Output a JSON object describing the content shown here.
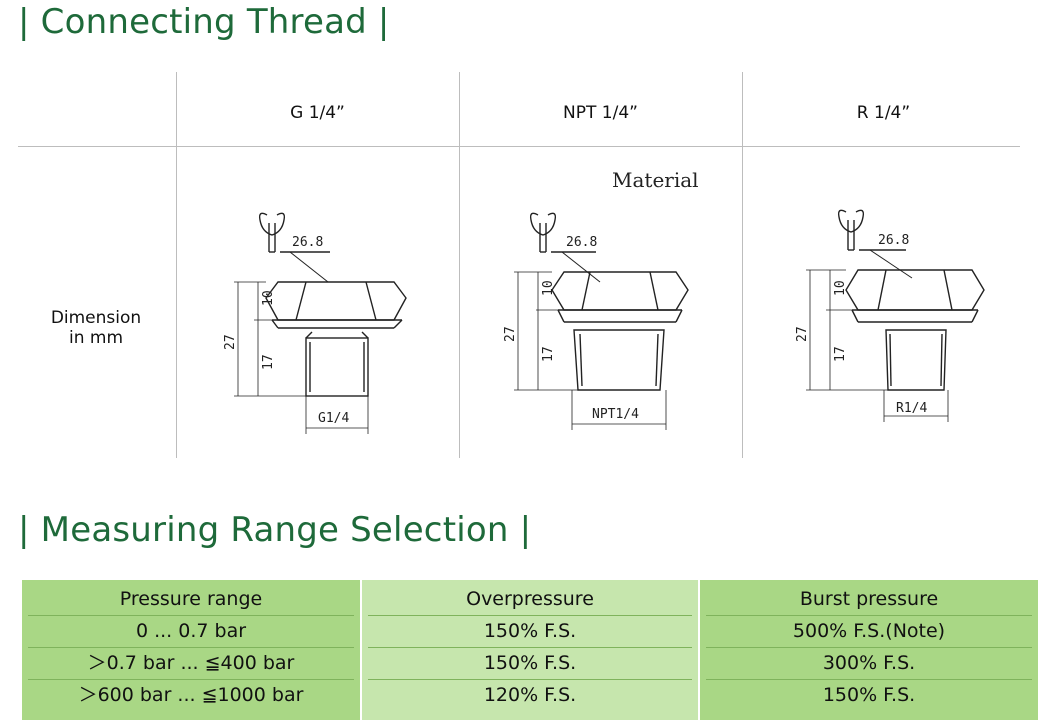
{
  "headings": {
    "thread": "| Connecting Thread |",
    "range": "| Measuring Range Selection |"
  },
  "thread_table": {
    "columns": [
      "G 1/4”",
      "NPT 1/4”",
      "R 1/4”"
    ],
    "row_label_line1": "Dimension",
    "row_label_line2": "in mm",
    "overlay_text": "Material",
    "drawings": [
      {
        "wrench": "26.8",
        "hex": "10",
        "thread": "17",
        "total": "27",
        "thread_label": "G1/4"
      },
      {
        "wrench": "26.8",
        "hex": "10",
        "thread": "17",
        "total": "27",
        "thread_label": "NPT1/4"
      },
      {
        "wrench": "26.8",
        "hex": "10",
        "thread": "17",
        "total": "27",
        "thread_label": "R1/4"
      }
    ]
  },
  "range_table": {
    "headers": [
      "Pressure range",
      "Overpressure",
      "Burst pressure"
    ],
    "rows": [
      [
        "0 ... 0.7 bar",
        "150% F.S.",
        "500% F.S.(Note)"
      ],
      [
        "＞0.7 bar ... ≦400 bar",
        "150% F.S.",
        "300% F.S."
      ],
      [
        "＞600 bar ... ≦1000 bar",
        "120% F.S.",
        "150% F.S."
      ]
    ]
  },
  "colors": {
    "heading": "#1e6a3a",
    "table_dark": "#a9d785",
    "table_light": "#c6e6ad"
  }
}
